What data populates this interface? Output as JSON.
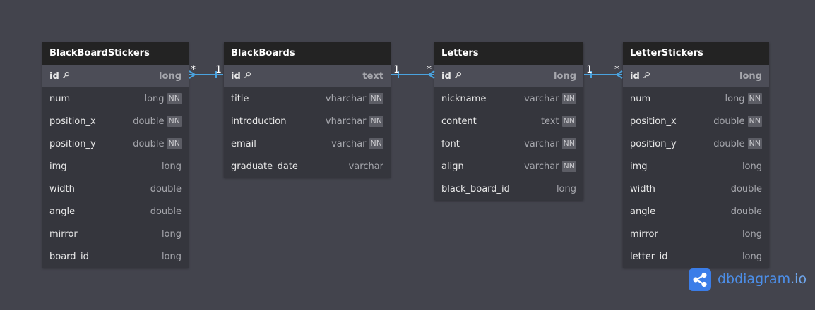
{
  "tables": [
    {
      "id": "blackboardstickers",
      "name": "BlackBoardStickers",
      "fields": [
        {
          "name": "id",
          "type": "long",
          "pk": true,
          "nn": false
        },
        {
          "name": "num",
          "type": "long",
          "pk": false,
          "nn": true
        },
        {
          "name": "position_x",
          "type": "double",
          "pk": false,
          "nn": true
        },
        {
          "name": "position_y",
          "type": "double",
          "pk": false,
          "nn": true
        },
        {
          "name": "img",
          "type": "long",
          "pk": false,
          "nn": false
        },
        {
          "name": "width",
          "type": "double",
          "pk": false,
          "nn": false
        },
        {
          "name": "angle",
          "type": "double",
          "pk": false,
          "nn": false
        },
        {
          "name": "mirror",
          "type": "long",
          "pk": false,
          "nn": false
        },
        {
          "name": "board_id",
          "type": "long",
          "pk": false,
          "nn": false
        }
      ]
    },
    {
      "id": "blackboards",
      "name": "BlackBoards",
      "fields": [
        {
          "name": "id",
          "type": "text",
          "pk": true,
          "nn": false
        },
        {
          "name": "title",
          "type": "vharchar",
          "pk": false,
          "nn": true
        },
        {
          "name": "introduction",
          "type": "vharchar",
          "pk": false,
          "nn": true
        },
        {
          "name": "email",
          "type": "varchar",
          "pk": false,
          "nn": true
        },
        {
          "name": "graduate_date",
          "type": "varchar",
          "pk": false,
          "nn": false
        }
      ]
    },
    {
      "id": "letters",
      "name": "Letters",
      "fields": [
        {
          "name": "id",
          "type": "long",
          "pk": true,
          "nn": false
        },
        {
          "name": "nickname",
          "type": "varchar",
          "pk": false,
          "nn": true
        },
        {
          "name": "content",
          "type": "text",
          "pk": false,
          "nn": true
        },
        {
          "name": "font",
          "type": "varchar",
          "pk": false,
          "nn": true
        },
        {
          "name": "align",
          "type": "varchar",
          "pk": false,
          "nn": true
        },
        {
          "name": "black_board_id",
          "type": "long",
          "pk": false,
          "nn": false
        }
      ]
    },
    {
      "id": "letterstickers",
      "name": "LetterStickers",
      "fields": [
        {
          "name": "id",
          "type": "long",
          "pk": true,
          "nn": false
        },
        {
          "name": "num",
          "type": "long",
          "pk": false,
          "nn": true
        },
        {
          "name": "position_x",
          "type": "double",
          "pk": false,
          "nn": true
        },
        {
          "name": "position_y",
          "type": "double",
          "pk": false,
          "nn": true
        },
        {
          "name": "img",
          "type": "long",
          "pk": false,
          "nn": false
        },
        {
          "name": "width",
          "type": "double",
          "pk": false,
          "nn": false
        },
        {
          "name": "angle",
          "type": "double",
          "pk": false,
          "nn": false
        },
        {
          "name": "mirror",
          "type": "long",
          "pk": false,
          "nn": false
        },
        {
          "name": "letter_id",
          "type": "long",
          "pk": false,
          "nn": false
        }
      ]
    }
  ],
  "nn_label": "NN",
  "relationships": [
    {
      "from_table": "BlackBoardStickers",
      "from_card": "*",
      "to_table": "BlackBoards",
      "to_card": "1"
    },
    {
      "from_table": "BlackBoards",
      "from_card": "1",
      "to_table": "Letters",
      "to_card": "*"
    },
    {
      "from_table": "Letters",
      "from_card": "1",
      "to_table": "LetterStickers",
      "to_card": "*"
    }
  ],
  "branding": {
    "name": "dbdiagram",
    "tld": ".io"
  },
  "colors": {
    "background": "#43444d",
    "table_header": "#232323",
    "table_body": "#35363d",
    "pk_row": "#4c4d57",
    "link": "#4aa3df",
    "brand": "#3b7de8"
  },
  "icons": {
    "primary_key": "key-icon",
    "logo": "share-icon"
  }
}
